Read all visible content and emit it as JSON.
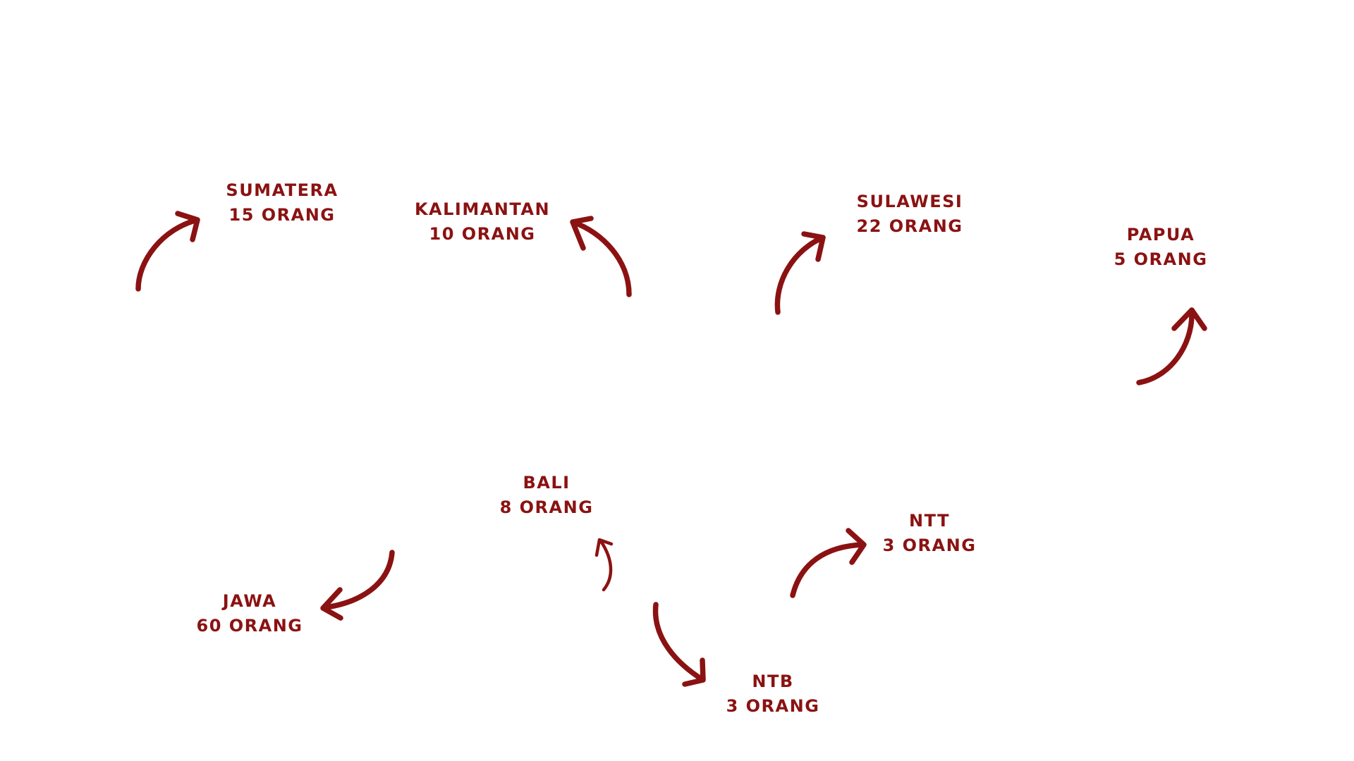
{
  "colors": {
    "background": "#ffffff",
    "accent": "#8b1212"
  },
  "regions": [
    {
      "id": "sumatera",
      "name": "SUMATERA",
      "count": "15 ORANG"
    },
    {
      "id": "kalimantan",
      "name": "KALIMANTAN",
      "count": "10 ORANG"
    },
    {
      "id": "sulawesi",
      "name": "SULAWESI",
      "count": "22 ORANG"
    },
    {
      "id": "papua",
      "name": "PAPUA",
      "count": "5 ORANG"
    },
    {
      "id": "bali",
      "name": "BALI",
      "count": "8 ORANG"
    },
    {
      "id": "ntt",
      "name": "NTT",
      "count": "3 ORANG"
    },
    {
      "id": "jawa",
      "name": "JAWA",
      "count": "60 ORANG"
    },
    {
      "id": "ntb",
      "name": "NTB",
      "count": "3 ORANG"
    }
  ],
  "arrows": [
    {
      "id": "sumatera",
      "icon": "curved-arrow-icon"
    },
    {
      "id": "kalimantan",
      "icon": "curved-arrow-icon"
    },
    {
      "id": "sulawesi",
      "icon": "curved-arrow-icon"
    },
    {
      "id": "papua",
      "icon": "curved-arrow-icon"
    },
    {
      "id": "bali",
      "icon": "curved-arrow-icon"
    },
    {
      "id": "ntt",
      "icon": "curved-arrow-icon"
    },
    {
      "id": "jawa",
      "icon": "curved-arrow-icon"
    },
    {
      "id": "ntb",
      "icon": "curved-arrow-icon"
    }
  ]
}
